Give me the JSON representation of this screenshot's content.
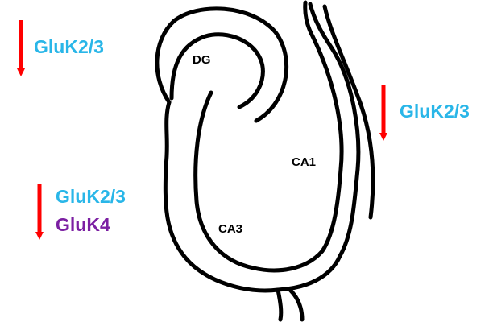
{
  "colors": {
    "outline": "#000000",
    "arrow": "#ff0000",
    "gluk23": "#29b6e8",
    "gluk4": "#7b1fa2"
  },
  "icons": [
    "down-arrow-icon"
  ],
  "regions": {
    "dg": "DG",
    "ca1": "CA1",
    "ca3": "CA3"
  },
  "annotations": {
    "top_left": {
      "direction": "decrease",
      "labels": [
        "GluK2/3"
      ]
    },
    "right": {
      "direction": "decrease",
      "labels": [
        "GluK2/3"
      ]
    },
    "bottom_left": {
      "direction": "decrease",
      "labels": [
        "GluK2/3",
        "GluK4"
      ]
    }
  }
}
